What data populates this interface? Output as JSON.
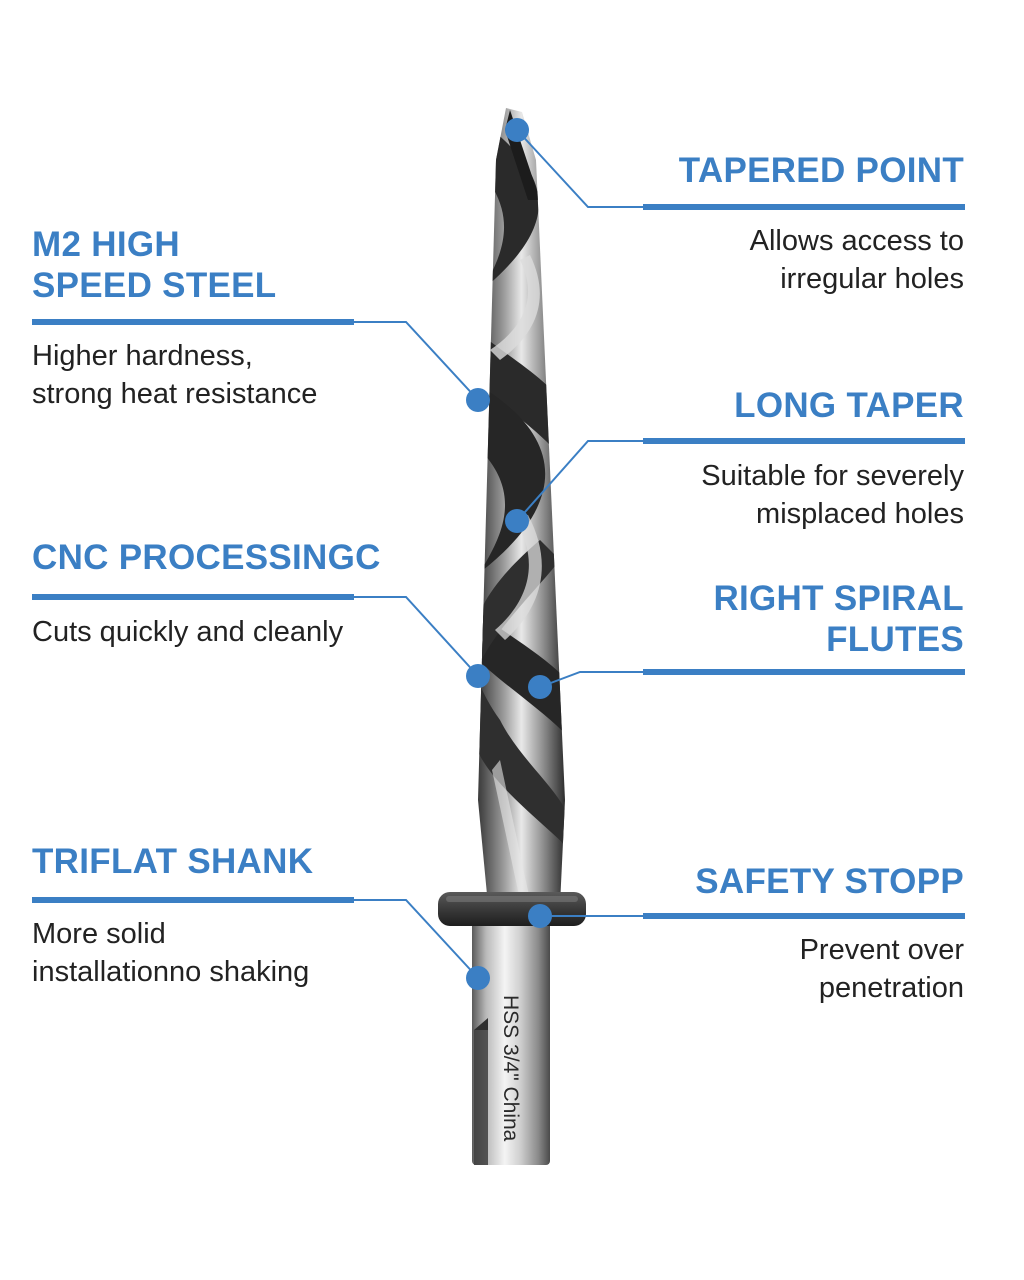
{
  "accent_color": "#3b7fc4",
  "text_color": "#222222",
  "callouts": [
    {
      "id": "tapered-point",
      "side": "right",
      "title": [
        "TAPERED POINT"
      ],
      "desc": [
        "Allows access to",
        "irregular holes"
      ]
    },
    {
      "id": "m2-high-speed-steel",
      "side": "left",
      "title": [
        "M2 HIGH",
        "SPEED STEEL"
      ],
      "desc": [
        "Higher hardness,",
        "strong heat resistance"
      ]
    },
    {
      "id": "long-taper",
      "side": "right",
      "title": [
        "LONG TAPER"
      ],
      "desc": [
        "Suitable for severely",
        "misplaced holes"
      ]
    },
    {
      "id": "cnc-processing",
      "side": "left",
      "title": [
        "CNC PROCESSINGC"
      ],
      "desc": [
        "Cuts quickly and cleanly"
      ]
    },
    {
      "id": "right-spiral-flutes",
      "side": "right",
      "title": [
        "RIGHT SPIRAL",
        "FLUTES"
      ],
      "desc": []
    },
    {
      "id": "triflat-shank",
      "side": "left",
      "title": [
        "TRIFLAT SHANK"
      ],
      "desc": [
        "More solid",
        "installationno shaking"
      ]
    },
    {
      "id": "safety-stopp",
      "side": "right",
      "title": [
        "SAFETY STOPP"
      ],
      "desc": [
        "Prevent over",
        "penetration"
      ]
    }
  ],
  "shank_marking": "HSS 3/4\" China"
}
